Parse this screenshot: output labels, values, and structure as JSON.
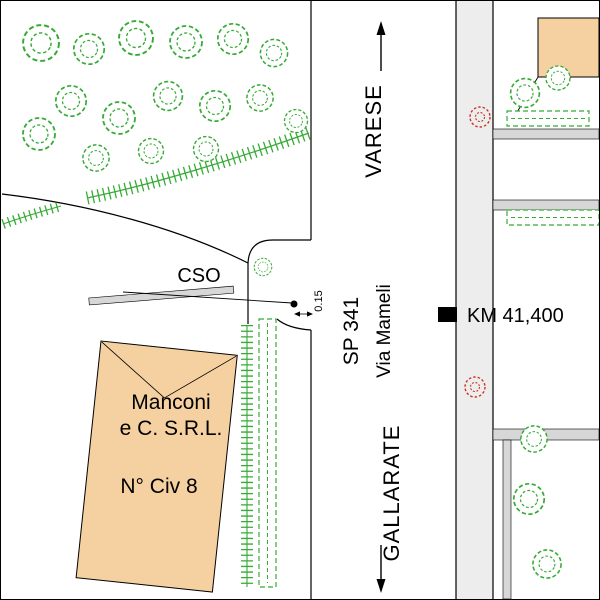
{
  "map": {
    "region_labels": {
      "direction_north": "VARESE",
      "direction_south": "GALLARATE",
      "road_primary": "SP 341",
      "road_secondary": "Via Mameli",
      "km_marker": "KM 41,400",
      "driveway": "CSO",
      "dimension": "0.15",
      "building_name_line1": "Manconi",
      "building_name_line2": "e C. S.R.L.",
      "building_civic": "N° Civ 8"
    },
    "colors": {
      "vegetation_green": "#35ab35",
      "building_tan": "#f5d1a1",
      "wall_gray": "#d7d7d7",
      "sidewalk_gray": "#ededed",
      "marker_red": "#cc3322",
      "line_black": "#000000"
    }
  }
}
